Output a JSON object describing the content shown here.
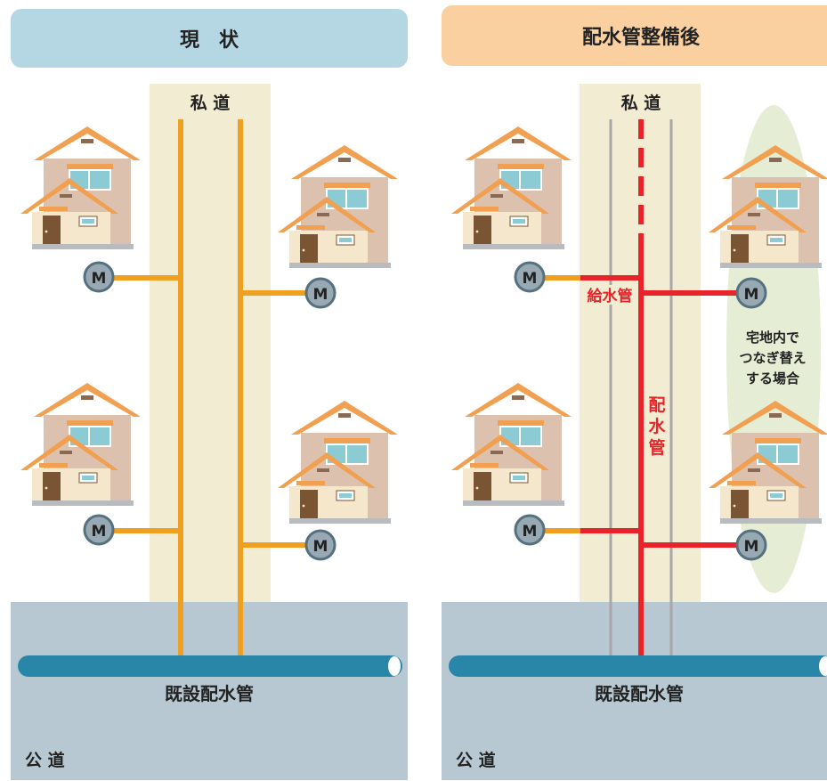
{
  "left_panel": {
    "header": "現　状",
    "private_road_label": "私 道",
    "public_road_label": "公 道",
    "main_pipe_label": "既設配水管",
    "meter_symbol": "M"
  },
  "right_panel": {
    "header": "配水管整備後",
    "private_road_label": "私 道",
    "public_road_label": "公 道",
    "main_pipe_label": "既設配水管",
    "service_pipe_label": "給水管",
    "distribution_pipe_label": [
      "配",
      "水",
      "管"
    ],
    "on_site_note": [
      "宅地内で",
      "つなぎ替え",
      "する場合"
    ],
    "meter_symbol": "M"
  },
  "colors": {
    "left_header_bg": "#b5d7e4",
    "right_header_bg": "#fbd0a0",
    "private_road": "#f2ecd2",
    "public_road": "#b8c8d2",
    "existing_pipe": "#f0a020",
    "new_pipe": "#e8232a",
    "main_pipe": "#2a86a8",
    "meter_fill": "#98a9b4",
    "meter_stroke": "#55707f",
    "green_zone": "#e5eed4",
    "house_wall": "#dcc2ae",
    "house_front": "#f5e7cc",
    "house_roof": "#f0a050",
    "house_door": "#7a5533",
    "house_window": "#8ccbd3"
  }
}
